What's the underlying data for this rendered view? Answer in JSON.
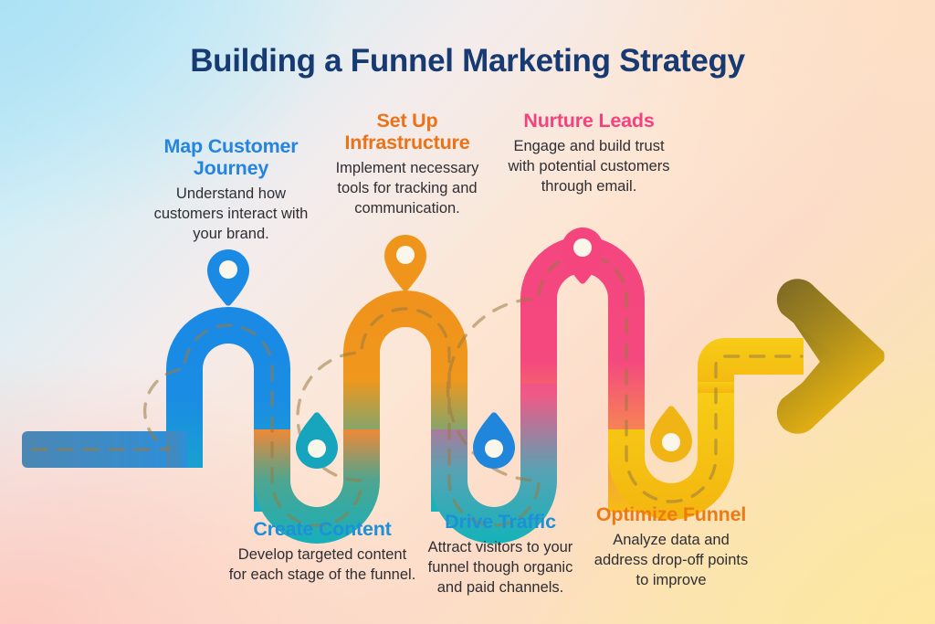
{
  "header": {
    "title": "Building a Funnel Marketing Strategy",
    "title_color": "#173a72"
  },
  "background": {
    "top_left": "#b7e4f3",
    "top_right": "#fde0c4",
    "bottom_left": "#fbcdc0",
    "bottom_right": "#fbe9a6"
  },
  "steps": [
    {
      "id": "step-1",
      "title": "Map Customer Journey",
      "body": "Understand how customers interact with your brand.",
      "color": "#2484e0",
      "position": "top",
      "marker": "map-pin-icon",
      "marker_color": "#1a8ae5"
    },
    {
      "id": "step-2",
      "title": "Set Up Infrastructure",
      "body": "Implement necessary tools for tracking and communication.",
      "color": "#ec7117",
      "position": "top",
      "marker": "map-pin-icon",
      "marker_color": "#f0951c"
    },
    {
      "id": "step-3",
      "title": "Nurture Leads",
      "body": "Engage and build trust with potential customers through email.",
      "color": "#f5417e",
      "position": "top",
      "marker": "map-pin-icon",
      "marker_color": "#f4457f"
    },
    {
      "id": "step-4",
      "title": "Create Content",
      "body": "Develop targeted content for each stage of the funnel.",
      "color": "#1e90d8",
      "position": "bottom",
      "marker": "map-pin-icon",
      "marker_color": "#16a5bc"
    },
    {
      "id": "step-5",
      "title": "Drive Traffic",
      "body": "Attract visitors to your funnel though organic and paid channels.",
      "color": "#1e90d8",
      "position": "bottom",
      "marker": "map-pin-icon",
      "marker_color": "#1f86db"
    },
    {
      "id": "step-6",
      "title": "Optimize Funnel",
      "body": "Analyze data and address drop-off points to improve",
      "color": "#ee7a16",
      "position": "bottom",
      "marker": "map-pin-icon",
      "marker_color": "#f0b515"
    }
  ],
  "road": {
    "name": "winding-road-path",
    "dashed_center_line": true,
    "start_color": "#4a87b5",
    "segment_colors": [
      "#1a8ae5",
      "#16b0bf",
      "#f0951c",
      "#13b3b9",
      "#f4457f",
      "#f5c015"
    ],
    "arrow": {
      "name": "arrow-right-icon",
      "color_dark": "#7d6a26",
      "color_light": "#f0b810"
    }
  }
}
